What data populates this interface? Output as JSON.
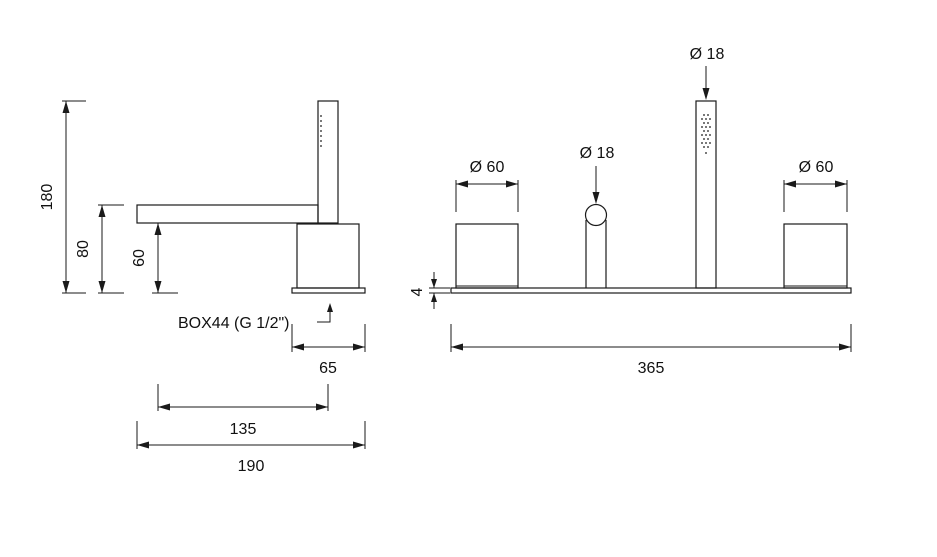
{
  "side_view": {
    "dim_180": "180",
    "dim_80": "80",
    "dim_60": "60",
    "box_label": "BOX44 (G 1/2\")",
    "dim_65": "65",
    "dim_135": "135",
    "dim_190": "190"
  },
  "front_view": {
    "dia_left": "Ø 60",
    "dia_spout": "Ø 18",
    "dia_shower": "Ø 18",
    "dia_right": "Ø 60",
    "dim_4": "4",
    "dim_365": "365"
  }
}
